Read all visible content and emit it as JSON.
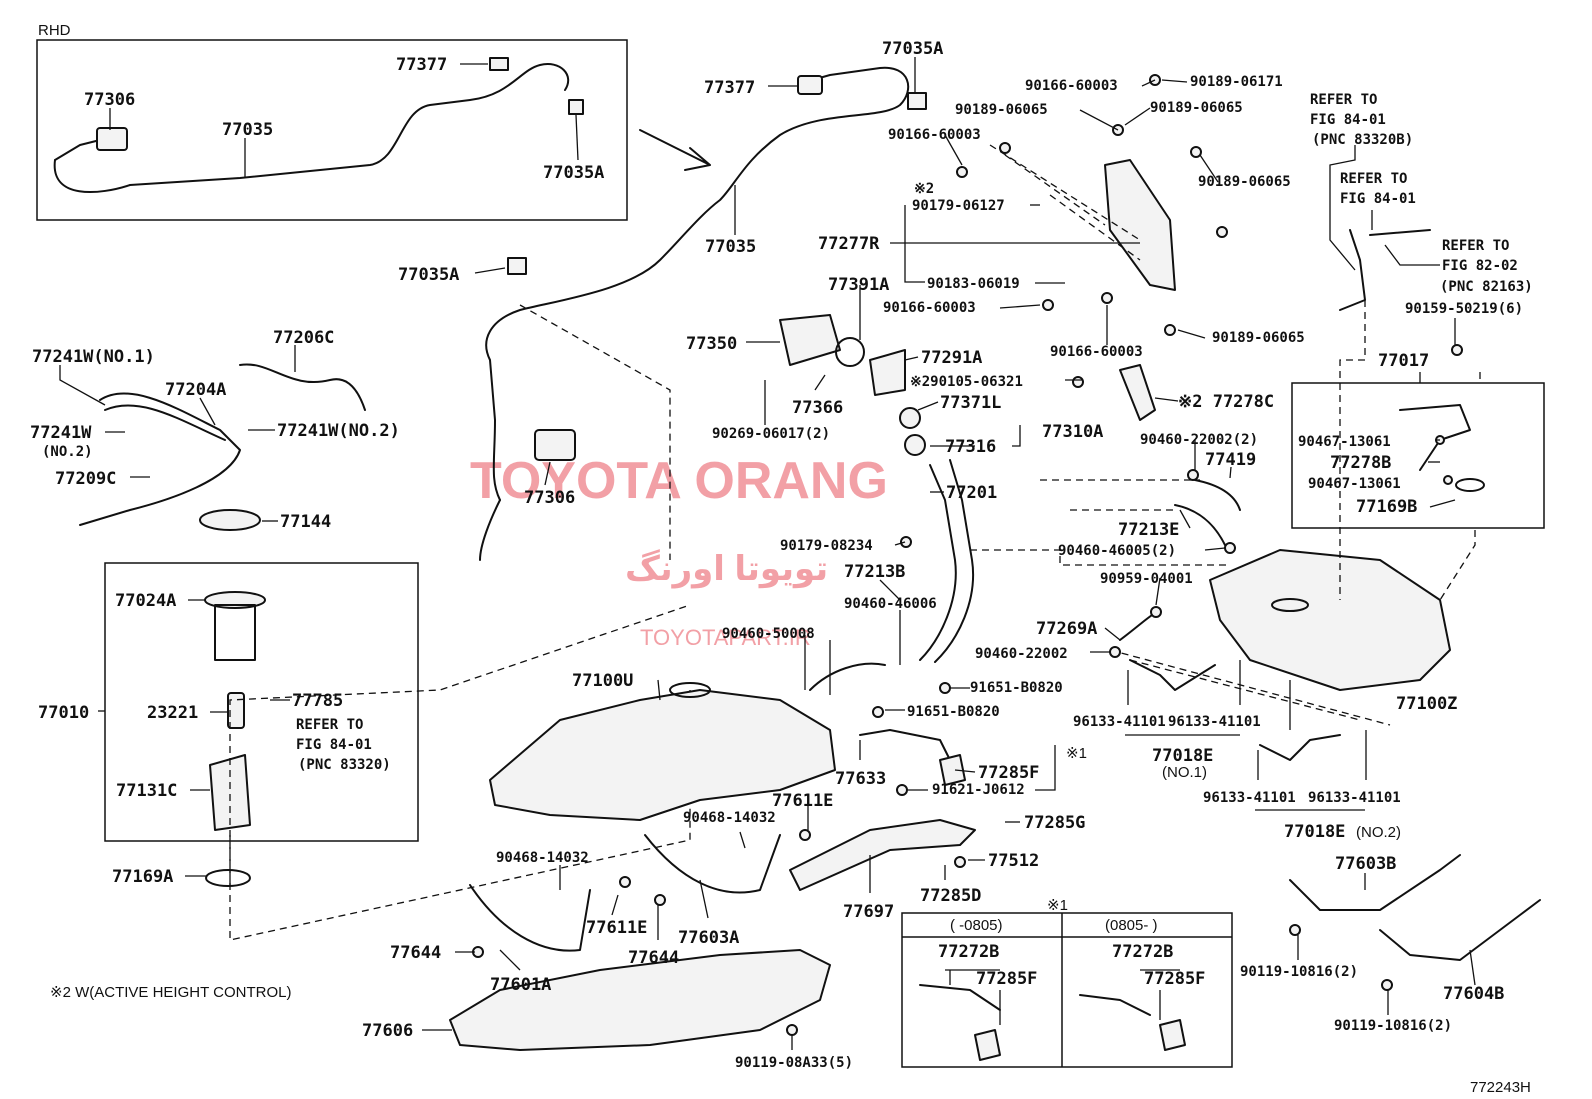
{
  "diagram": {
    "corner_label": "RHD",
    "figure_code": "772243H",
    "footnote": "※2 W(ACTIVE HEIGHT CONTROL)",
    "watermark": {
      "main": "TOYOTA ORANG",
      "persian": "تویوتا اورنگ",
      "url": "TOYOTAPART.IR"
    },
    "colors": {
      "watermark": "#f2a0a6",
      "line": "#111111"
    },
    "inset_versions": {
      "marker": "※1",
      "left_header": "(    -0805)",
      "right_header": "(0805-    )"
    },
    "labels": [
      {
        "id": "rhd-77377",
        "text": "77377"
      },
      {
        "id": "rhd-77306",
        "text": "77306"
      },
      {
        "id": "rhd-77035",
        "text": "77035"
      },
      {
        "id": "rhd-77035A",
        "text": "77035A"
      },
      {
        "id": "77035A-top",
        "text": "77035A"
      },
      {
        "id": "77377",
        "text": "77377"
      },
      {
        "id": "77035",
        "text": "77035"
      },
      {
        "id": "77035A-mid",
        "text": "77035A"
      },
      {
        "id": "77306",
        "text": "77306"
      },
      {
        "id": "77241W-1",
        "text": "77241W(NO.1)"
      },
      {
        "id": "77206C",
        "text": "77206C"
      },
      {
        "id": "77204A",
        "text": "77204A"
      },
      {
        "id": "77241W-2a",
        "text": "77241W"
      },
      {
        "id": "no2-a",
        "text": "(NO.2)"
      },
      {
        "id": "77241W-2b",
        "text": "77241W(NO.2)"
      },
      {
        "id": "77209C",
        "text": "77209C"
      },
      {
        "id": "77144",
        "text": "77144"
      },
      {
        "id": "77024A",
        "text": "77024A"
      },
      {
        "id": "77010",
        "text": "77010"
      },
      {
        "id": "23221",
        "text": "23221"
      },
      {
        "id": "77785",
        "text": "77785"
      },
      {
        "id": "ref-8401-a1",
        "text": "REFER TO"
      },
      {
        "id": "ref-8401-a2",
        "text": "FIG 84-01"
      },
      {
        "id": "ref-8401-a3",
        "text": "(PNC 83320)"
      },
      {
        "id": "77131C",
        "text": "77131C"
      },
      {
        "id": "77169A",
        "text": "77169A"
      },
      {
        "id": "90166-60003-a",
        "text": "90166-60003"
      },
      {
        "id": "90189-06171",
        "text": "90189-06171"
      },
      {
        "id": "90189-06065-a",
        "text": "90189-06065"
      },
      {
        "id": "90189-06065-b",
        "text": "90189-06065"
      },
      {
        "id": "90166-60003-b",
        "text": "90166-60003"
      },
      {
        "id": "mark2-a",
        "text": "※2"
      },
      {
        "id": "90179-06127",
        "text": "90179-06127"
      },
      {
        "id": "90189-06065-c",
        "text": "90189-06065"
      },
      {
        "id": "77277R",
        "text": "77277R"
      },
      {
        "id": "90183-06019",
        "text": "90183-06019"
      },
      {
        "id": "77391A",
        "text": "77391A"
      },
      {
        "id": "90166-60003-c",
        "text": "90166-60003"
      },
      {
        "id": "90189-06065-d",
        "text": "90189-06065"
      },
      {
        "id": "90166-60003-d",
        "text": "90166-60003"
      },
      {
        "id": "77350",
        "text": "77350"
      },
      {
        "id": "77291A",
        "text": "77291A"
      },
      {
        "id": "290105-06321",
        "text": "※290105-06321"
      },
      {
        "id": "77371L",
        "text": "77371L"
      },
      {
        "id": "77366",
        "text": "77366"
      },
      {
        "id": "77278C",
        "text": "※2 77278C"
      },
      {
        "id": "90269-06017",
        "text": "90269-06017(2)"
      },
      {
        "id": "77316",
        "text": "77316"
      },
      {
        "id": "77310A",
        "text": "77310A"
      },
      {
        "id": "90460-22002-2",
        "text": "90460-22002(2)"
      },
      {
        "id": "77419",
        "text": "77419"
      },
      {
        "id": "77201",
        "text": "77201"
      },
      {
        "id": "77213E",
        "text": "77213E"
      },
      {
        "id": "90179-08234",
        "text": "90179-08234"
      },
      {
        "id": "90460-46005",
        "text": "90460-46005(2)"
      },
      {
        "id": "77213B",
        "text": "77213B"
      },
      {
        "id": "90959-04001",
        "text": "90959-04001"
      },
      {
        "id": "90460-46006",
        "text": "90460-46006"
      },
      {
        "id": "77269A",
        "text": "77269A"
      },
      {
        "id": "90460-50008",
        "text": "90460-50008"
      },
      {
        "id": "90460-22002",
        "text": "90460-22002"
      },
      {
        "id": "77100U",
        "text": "77100U"
      },
      {
        "id": "91651-B0820-a",
        "text": "91651-B0820"
      },
      {
        "id": "91651-B0820-b",
        "text": "91651-B0820"
      },
      {
        "id": "96133-a",
        "text": "96133-41101"
      },
      {
        "id": "96133-b",
        "text": "96133-41101"
      },
      {
        "id": "77100Z",
        "text": "77100Z"
      },
      {
        "id": "mark1-a",
        "text": "※1"
      },
      {
        "id": "77018E-1",
        "text": "77018E"
      },
      {
        "id": "no1",
        "text": "(NO.1)"
      },
      {
        "id": "77633",
        "text": "77633"
      },
      {
        "id": "77285F",
        "text": "77285F"
      },
      {
        "id": "91621-J0612",
        "text": "91621-J0612"
      },
      {
        "id": "96133-c",
        "text": "96133-41101"
      },
      {
        "id": "96133-d",
        "text": "96133-41101"
      },
      {
        "id": "77611E-a",
        "text": "77611E"
      },
      {
        "id": "90468-14032-a",
        "text": "90468-14032"
      },
      {
        "id": "77285G",
        "text": "77285G"
      },
      {
        "id": "77018E-2",
        "text": "77018E"
      },
      {
        "id": "no2-b",
        "text": "(NO.2)"
      },
      {
        "id": "77512",
        "text": "77512"
      },
      {
        "id": "90468-14032-b",
        "text": "90468-14032"
      },
      {
        "id": "77285D",
        "text": "77285D"
      },
      {
        "id": "77603B",
        "text": "77603B"
      },
      {
        "id": "77697",
        "text": "77697"
      },
      {
        "id": "77611E-b",
        "text": "77611E"
      },
      {
        "id": "77603A",
        "text": "77603A"
      },
      {
        "id": "77272B-a",
        "text": "77272B"
      },
      {
        "id": "77272B-b",
        "text": "77272B"
      },
      {
        "id": "77285F-a",
        "text": "77285F"
      },
      {
        "id": "77285F-b",
        "text": "77285F"
      },
      {
        "id": "77644-a",
        "text": "77644"
      },
      {
        "id": "77644-b",
        "text": "77644"
      },
      {
        "id": "90119-10816-a",
        "text": "90119-10816(2)"
      },
      {
        "id": "77604B",
        "text": "77604B"
      },
      {
        "id": "77601A",
        "text": "77601A"
      },
      {
        "id": "90119-10816-b",
        "text": "90119-10816(2)"
      },
      {
        "id": "77606",
        "text": "77606"
      },
      {
        "id": "90119-08A33",
        "text": "90119-08A33(5)"
      },
      {
        "id": "ref-8401-b1",
        "text": "REFER TO"
      },
      {
        "id": "ref-8401-b2",
        "text": "FIG 84-01"
      },
      {
        "id": "ref-8401-b3",
        "text": "(PNC 83320B)"
      },
      {
        "id": "ref-8401-c1",
        "text": "REFER TO"
      },
      {
        "id": "ref-8401-c2",
        "text": "FIG 84-01"
      },
      {
        "id": "ref-8202-1",
        "text": "REFER TO"
      },
      {
        "id": "ref-8202-2",
        "text": "FIG 82-02"
      },
      {
        "id": "ref-8202-3",
        "text": "(PNC 82163)"
      },
      {
        "id": "90159-50219",
        "text": "90159-50219(6)"
      },
      {
        "id": "77017",
        "text": "77017"
      },
      {
        "id": "90467-13061-a",
        "text": "90467-13061"
      },
      {
        "id": "77278B",
        "text": "77278B"
      },
      {
        "id": "90467-13061-b",
        "text": "90467-13061"
      },
      {
        "id": "77169B",
        "text": "77169B"
      }
    ]
  }
}
